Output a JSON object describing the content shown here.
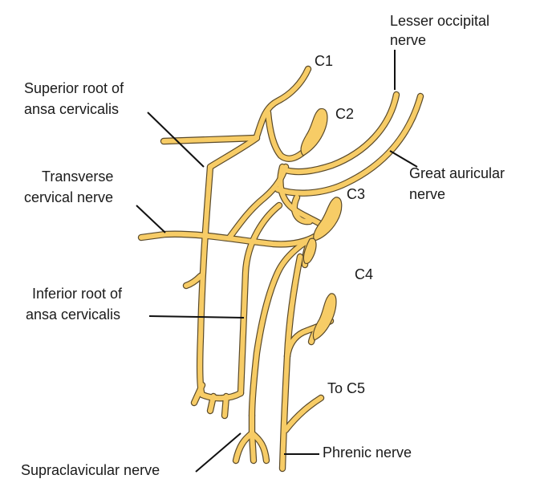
{
  "labels": {
    "c1": "C1",
    "c2": "C2",
    "c3": "C3",
    "c4": "C4",
    "to_c5": "To C5",
    "lesser_occipital_1": "Lesser occipital",
    "lesser_occipital_2": "nerve",
    "superior_root_1": "Superior root of",
    "superior_root_2": "ansa cervicalis",
    "transverse_cervical_1": "Transverse",
    "transverse_cervical_2": "cervical nerve",
    "great_auricular_1": "Great auricular",
    "great_auricular_2": "nerve",
    "inferior_root_1": "Inferior root of",
    "inferior_root_2": "ansa cervicalis",
    "supraclavicular": "Supraclavicular nerve",
    "phrenic": "Phrenic nerve"
  },
  "colors": {
    "nerve_fill": "#f7cc66",
    "nerve_outline": "#5a4a2a",
    "leader_line": "#111111",
    "text": "#1a1a1a"
  }
}
